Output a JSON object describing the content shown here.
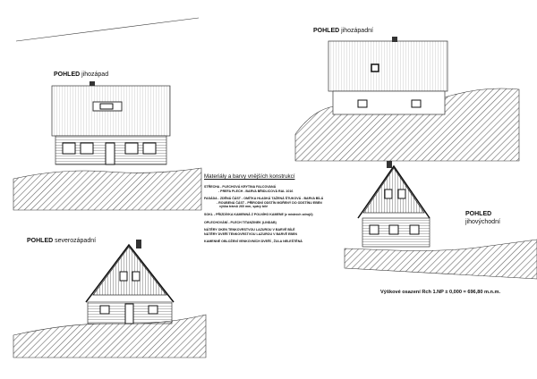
{
  "views": [
    {
      "prefix": "POHLED",
      "name": "jihozápad"
    },
    {
      "prefix": "POHLED",
      "name": "jihozápadní"
    },
    {
      "prefix": "POHLED",
      "name": "jihovýchodní"
    },
    {
      "prefix": "POHLED",
      "name": "severozápadní"
    }
  ],
  "materials": {
    "title": "Materiály a barvy vnějších konstrukcí",
    "items": [
      "STŘECHA - PLECHOVÁ KRYTINA FALCOVANÁ\n                - PREFA PLECH - BARVA BŘIDLICOVÁ RAL 1016",
      "FASÁDA - ZDĚNÁ ČÁST - OMÍTKA HLADKÁ TAŽENÁ ŠTUKOVÁ - BARVA BÍLÁ\n              - ROUBENÁ ČÁST - PŘÍRODNÍ ODSTÍN MOŘENÝ DO ODSTÍNU EBEN\n                 výška trámů 260 mm, spáry bílé",
      "SOKL - PŘIZDÍVKA KAMENNÁ Z POLNÍHO KAMENE (z místních zdrojů)",
      "OPLECHOVÁNÍ - PLECH TITANZINEK (LINDAB)",
      "NÁTĚRY OKEN TENKOVRSTVOU LAZUROU V BARVĚ BÍLÉ\nNÁTĚRY DVEŘÍ TENKOVRSTVOU LAZUROU V BARVĚ EBEN",
      "KAMENNÉ OBLOŽENÍ VENKOVNÍCH DVEŘÍ , ŽULA NELEŠTĚNÁ"
    ]
  },
  "elevation_note": "Výškové osazení Rch  1.NP  ± 0,000 = 696,80 m.n.m."
}
